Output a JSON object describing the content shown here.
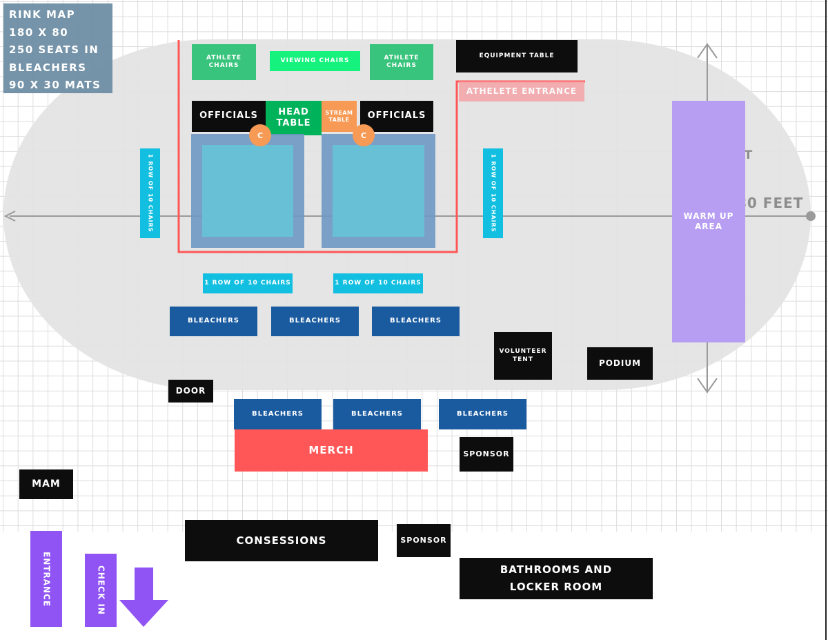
{
  "title_block": {
    "lines": [
      "RINK MAP",
      "180 X 80",
      "250 SEATS IN",
      "BLEACHERS",
      "90 X 30 MATS"
    ]
  },
  "dimensions": {
    "width_label": "80 FEET",
    "height_label": "FT"
  },
  "labels": {
    "athlete_chairs": "ATHLETE CHAIRS",
    "viewing_chairs": "VIEWING CHAIRS",
    "equipment_table": "EQUIPMENT TABLE",
    "athlete_entrance": "ATHELETE ENTRANCE",
    "officials": "OFFICIALS",
    "head_table": "HEAD TABLE",
    "stream_table": "STREAM TABLE",
    "coach_marker": "C",
    "row_of_chairs": "1 ROW OF 10 CHAIRS",
    "bleachers": "BLEACHERS",
    "warm_up": "WARM UP AREA",
    "volunteer_tent": "VOLUNTEER TENT",
    "podium": "PODIUM",
    "door": "DOOR",
    "merch": "MERCH",
    "sponsor": "SPONSOR",
    "mam": "MAM",
    "consessions": "CONSESSIONS",
    "bathrooms": "BATHROOMS AND LOCKER ROOM",
    "entrance": "ENTRANCE",
    "check_in": "CHECK IN"
  },
  "colors": {
    "black": "#0d0d0d",
    "navy": "#1a5ba0",
    "cyan": "#13bfe0",
    "green": "#38c47c",
    "bright_green": "#15f27e",
    "dark_green": "#00b25a",
    "orange": "#f79a55",
    "red": "#ff5757",
    "purple": "#9054f4",
    "lavender": "#b79ef3",
    "pink": "#f5a4a8"
  },
  "icons": {
    "entrance_arrow": "arrow-down-icon"
  }
}
